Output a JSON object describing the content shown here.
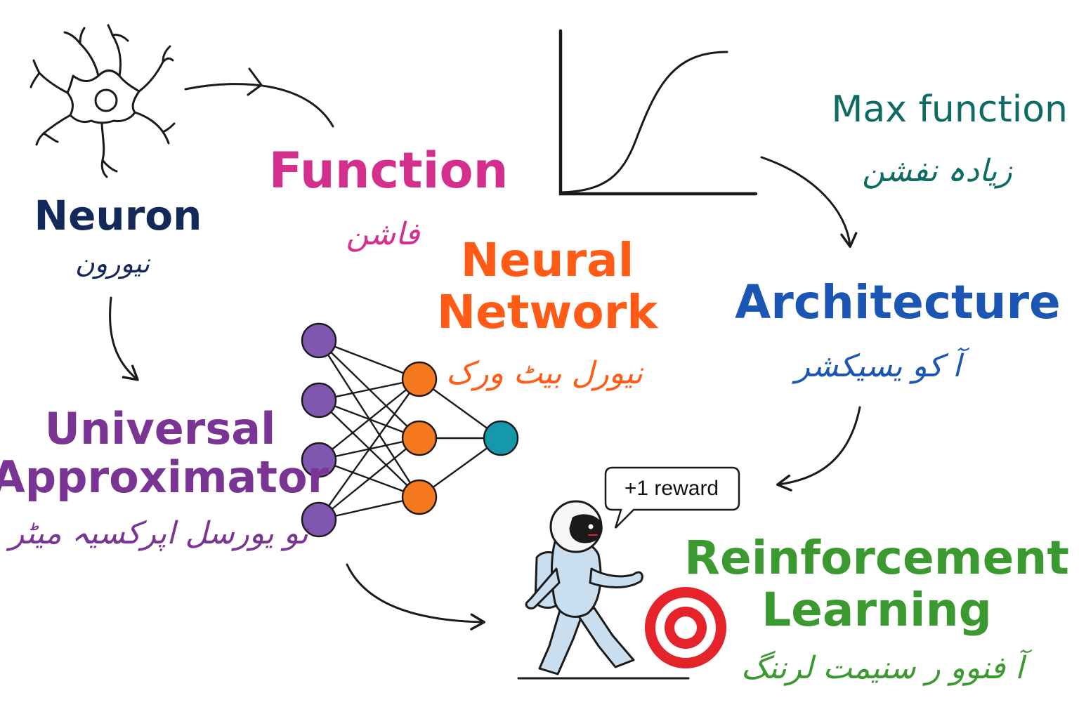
{
  "colors": {
    "ink": "#1a1a1a",
    "neuron": "#13295a",
    "function": "#d42f8c",
    "neural_network": "#ff5a16",
    "max_function": "#0d6b63",
    "architecture": "#1c56b5",
    "universal": "#7a3494",
    "reinforcement": "#3a9a2f",
    "node_input": "#7f57b0",
    "node_hidden": "#f5781f",
    "node_output": "#1598ab",
    "target_red": "#e5232b",
    "robot_blue": "#c9dff0"
  },
  "nodes": {
    "neuron": {
      "en": "Neuron",
      "ur": "نیورون"
    },
    "function": {
      "en": "Function",
      "ur": "فاشن"
    },
    "neural_network": {
      "en_line1": "Neural",
      "en_line2": "Network",
      "ur": "نیورل بیٹ ورک"
    },
    "max_function": {
      "en": "Max function",
      "ur": "زیادہ نفشن"
    },
    "architecture": {
      "en": "Architecture",
      "ur": "آ کو یسیکشر"
    },
    "universal": {
      "en_line1": "Universal",
      "en_line2": "Approximator",
      "ur": "نو یورسل اپرکسیہ میٹر"
    },
    "reinforcement": {
      "en_line1": "Reinforcement",
      "en_line2": "Learning",
      "ur": "آ فنوو ر سنیمت لرننگ"
    }
  },
  "reward_bubble": "+1 reward",
  "icons": {
    "neuron": "neuron-icon",
    "sigmoid": "sigmoid-curve-icon",
    "network": "neural-network-icon",
    "robot": "robot-walker-icon",
    "target": "target-icon"
  }
}
